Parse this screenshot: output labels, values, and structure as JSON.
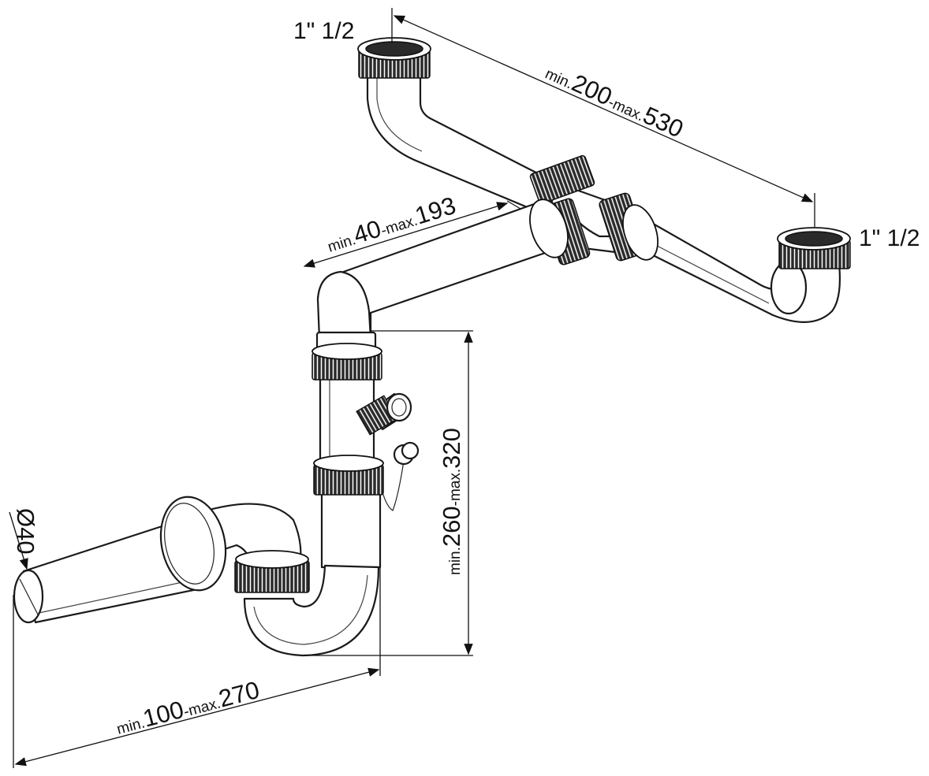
{
  "diagram": {
    "connection_left_label": "1\" 1/2",
    "connection_right_label": "1\" 1/2",
    "dim_overflow_pipe": {
      "prefix": "min.",
      "min": "200",
      "sep": "-max.",
      "max": "530"
    },
    "dim_branch_pipe": {
      "prefix": "min.",
      "min": "40",
      "sep": "-max.",
      "max": "193"
    },
    "dim_trap_height": {
      "prefix": "min.",
      "min": "260",
      "sep": "-max.",
      "max": "320"
    },
    "dim_outlet_pipe": {
      "prefix": "min.",
      "min": "100",
      "sep": "-max.",
      "max": "270"
    },
    "outlet_diameter": "Ø40"
  }
}
